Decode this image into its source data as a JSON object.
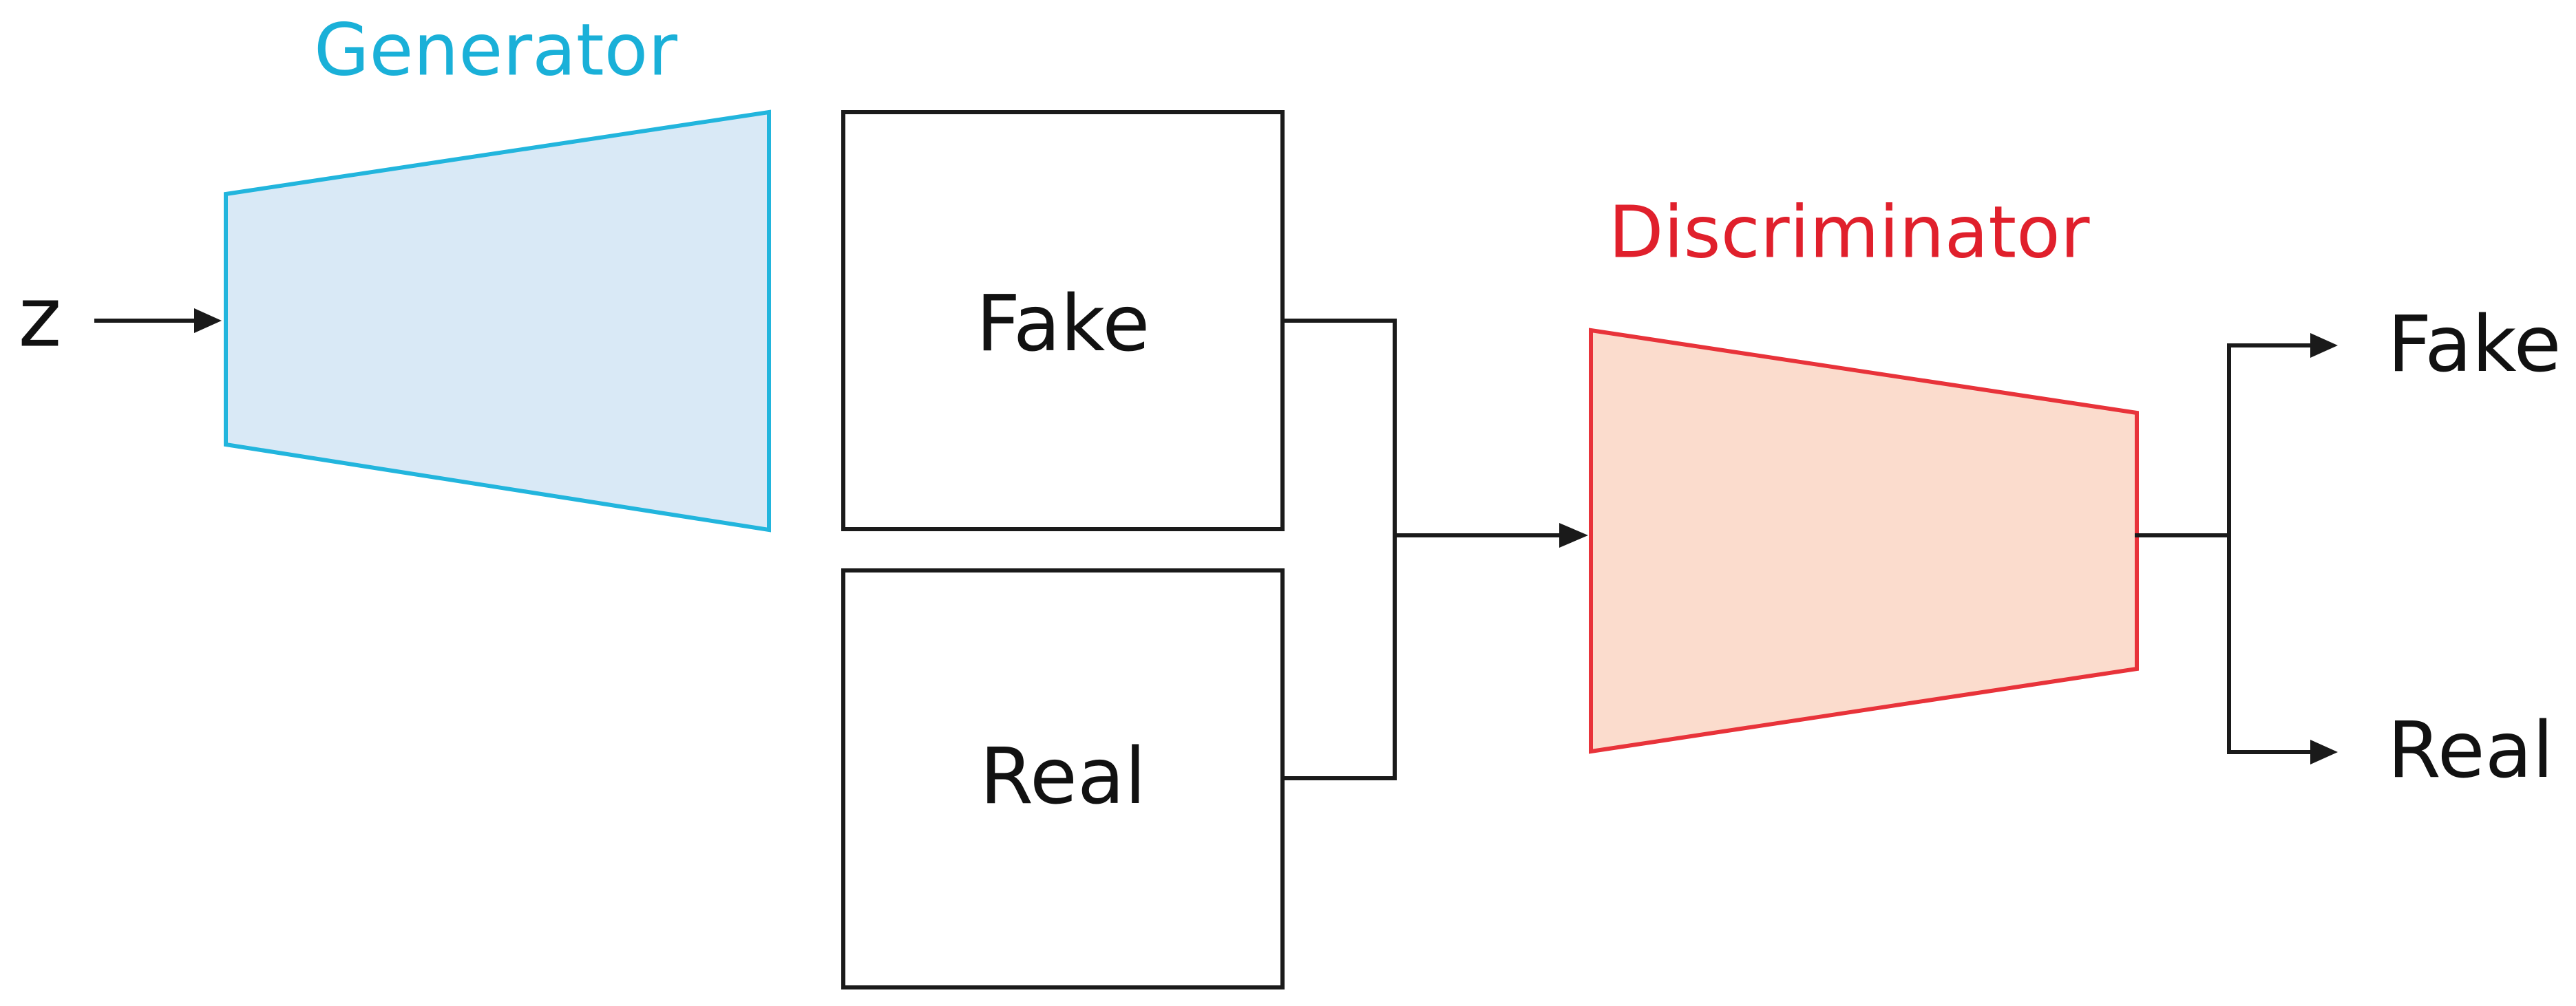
{
  "input": {
    "label": "z"
  },
  "generator": {
    "title": "Generator",
    "title_color": "#1ab0d8",
    "fill_color": "#d9e9f6",
    "stroke_color": "#22b5dd"
  },
  "data_boxes": {
    "fake": {
      "label": "Fake"
    },
    "real": {
      "label": "Real"
    }
  },
  "discriminator": {
    "title": "Discriminator",
    "title_color": "#e0202c",
    "fill_color": "#fbdccd",
    "stroke_color": "#e8333a"
  },
  "outputs": {
    "fake": {
      "label": "Fake"
    },
    "real": {
      "label": "Real"
    }
  },
  "line_color": "#1a1a1a"
}
